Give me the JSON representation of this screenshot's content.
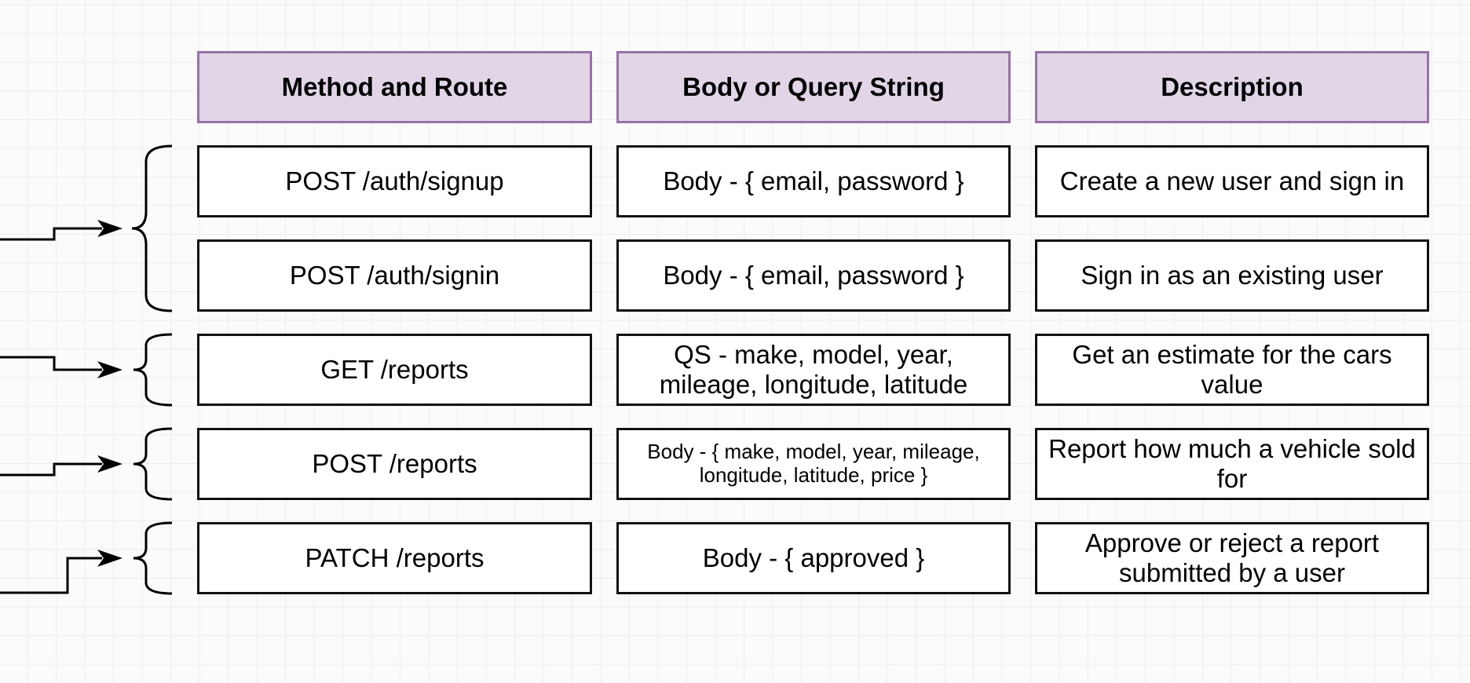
{
  "table": {
    "headers": [
      "Method and Route",
      "Body or Query String",
      "Description"
    ],
    "rows": [
      {
        "route": "POST /auth/signup",
        "body": "Body - { email, password }",
        "description": "Create a new user and sign in"
      },
      {
        "route": "POST /auth/signin",
        "body": "Body - { email, password }",
        "description": "Sign in as an existing user"
      },
      {
        "route": "GET /reports",
        "body": "QS - make, model, year, mileage, longitude, latitude",
        "description": "Get an estimate for the cars value"
      },
      {
        "route": "POST /reports",
        "body": "Body - { make, model, year, mileage, longitude, latitude, price }",
        "description": "Report how much a vehicle sold for"
      },
      {
        "route": "PATCH /reports",
        "body": "Body - { approved }",
        "description": "Approve or reject a report submitted by a user"
      }
    ]
  },
  "colors": {
    "header_fill": "#e1d5e7",
    "header_border": "#9673a6",
    "cell_border": "#111111",
    "connector": "#000000"
  },
  "icons": [
    "arrow-icon",
    "curly-brace-icon"
  ]
}
